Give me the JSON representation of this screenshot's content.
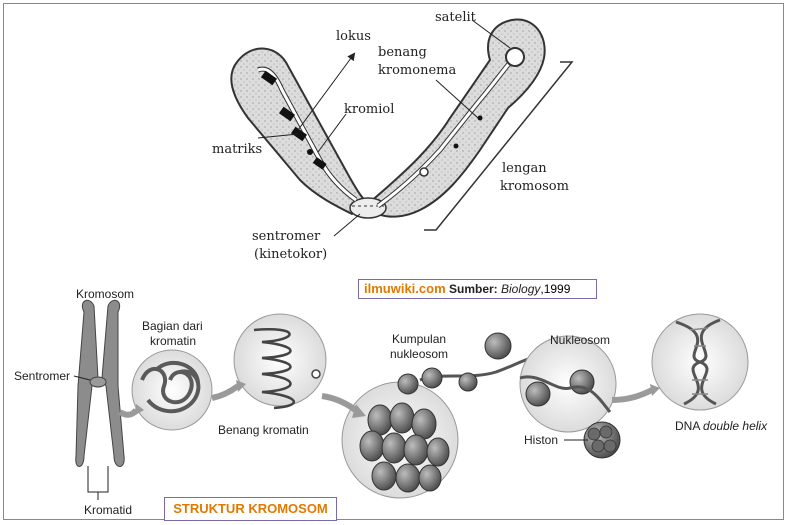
{
  "top_diagram": {
    "labels": {
      "satelit": "satelit",
      "lokus": "lokus",
      "benang_line1": "benang",
      "benang_line2": "kromonema",
      "kromiol": "kromiol",
      "matriks": "matriks",
      "lengan_line1": "lengan",
      "lengan_line2": "kromosom",
      "sentromer_line1": "sentromer",
      "sentromer_line2": "(kinetokor)"
    }
  },
  "source": {
    "site": "ilmuwiki.com",
    "label": "Sumber:",
    "book": "Biology",
    "year": ",1999"
  },
  "bottom_diagram": {
    "labels": {
      "kromosom": "Kromosom",
      "sentromer": "Sentromer",
      "kromatid": "Kromatid",
      "bagian_line1": "Bagian dari",
      "bagian_line2": "kromatin",
      "benang_kromatin": "Benang kromatin",
      "kumpulan_line1": "Kumpulan",
      "kumpulan_line2": "nukleosom",
      "nukleosom": "Nukleosom",
      "histon": "Histon",
      "dna": "DNA",
      "double_helix": "double helix"
    },
    "title": "STRUKTUR KROMOSOM"
  },
  "colors": {
    "accent_orange": "#e07a00",
    "box_border": "#7a6aa8",
    "chromosome_fill": "#d9d9d9",
    "nucleosome_fill": "#6e6e6e"
  }
}
